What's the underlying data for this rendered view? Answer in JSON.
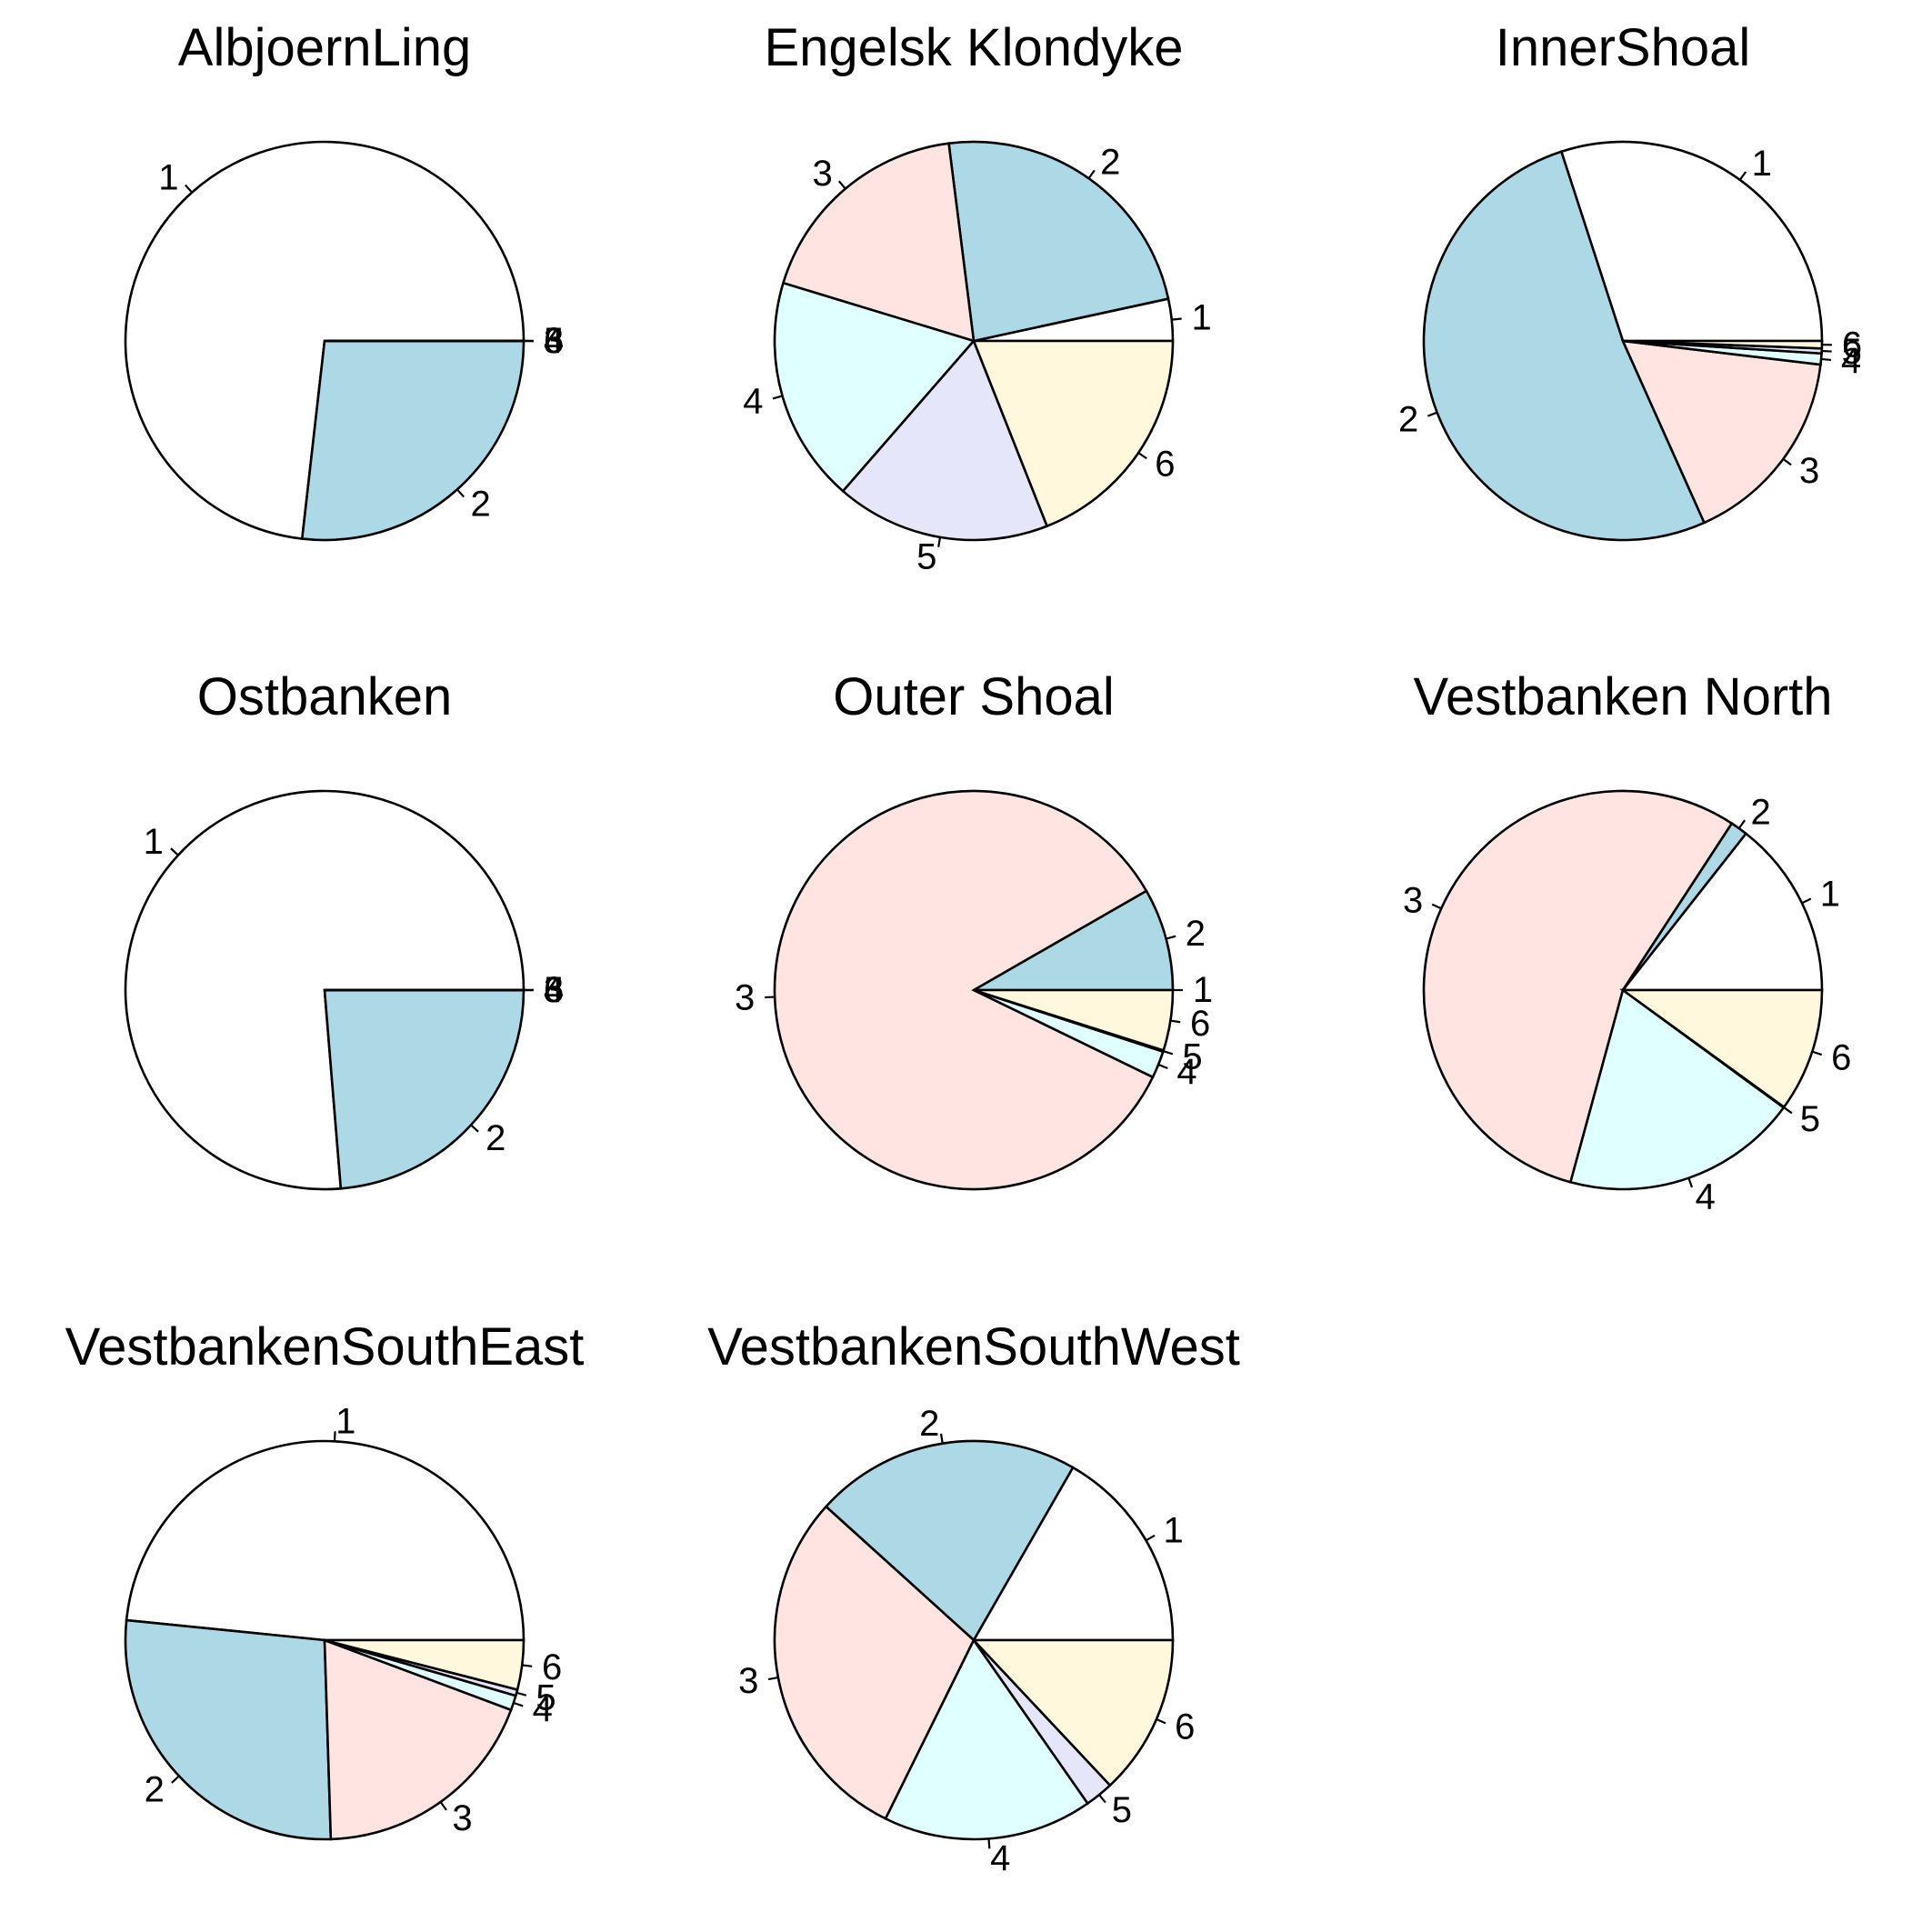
{
  "colors": {
    "1": "#ffffff",
    "2": "#add8e6",
    "3": "#ffe4e1",
    "4": "#e0ffff",
    "5": "#e6e6fa",
    "6": "#fff8dc"
  },
  "chart_data": [
    {
      "type": "pie",
      "title": "AlbjoernLing",
      "categories": [
        "1",
        "2",
        "3",
        "4",
        "5",
        "6"
      ],
      "values": [
        73.2,
        26.8,
        0,
        0,
        0,
        0
      ]
    },
    {
      "type": "pie",
      "title": "Engelsk Klondyke",
      "categories": [
        "1",
        "2",
        "3",
        "4",
        "5",
        "6"
      ],
      "values": [
        3.4,
        23.6,
        18.3,
        18.3,
        17.4,
        19.0
      ]
    },
    {
      "type": "pie",
      "title": "InnerShoal",
      "categories": [
        "1",
        "2",
        "3",
        "4",
        "5",
        "6"
      ],
      "values": [
        30.0,
        51.7,
        16.4,
        0.9,
        0.4,
        0.6
      ]
    },
    {
      "type": "pie",
      "title": "Ostbanken",
      "categories": [
        "1",
        "2",
        "3",
        "4",
        "5",
        "6"
      ],
      "values": [
        76.3,
        23.7,
        0,
        0,
        0,
        0
      ]
    },
    {
      "type": "pie",
      "title": "Outer Shoal",
      "categories": [
        "1",
        "2",
        "3",
        "4",
        "5",
        "6"
      ],
      "values": [
        0,
        8.3,
        84.5,
        2.2,
        0.1,
        4.9
      ]
    },
    {
      "type": "pie",
      "title": "Vestbanken North",
      "categories": [
        "1",
        "2",
        "3",
        "4",
        "5",
        "6"
      ],
      "values": [
        14.4,
        1.4,
        55.0,
        19.2,
        0.05,
        10.0
      ]
    },
    {
      "type": "pie",
      "title": "VestbankenSouthEast",
      "categories": [
        "1",
        "2",
        "3",
        "4",
        "5",
        "6"
      ],
      "values": [
        48.4,
        27.1,
        18.8,
        1.2,
        0.5,
        4.0
      ]
    },
    {
      "type": "pie",
      "title": "VestbankenSouthWest",
      "categories": [
        "1",
        "2",
        "3",
        "4",
        "5",
        "6"
      ],
      "values": [
        16.7,
        21.6,
        29.4,
        17.0,
        2.3,
        13.0
      ]
    }
  ]
}
